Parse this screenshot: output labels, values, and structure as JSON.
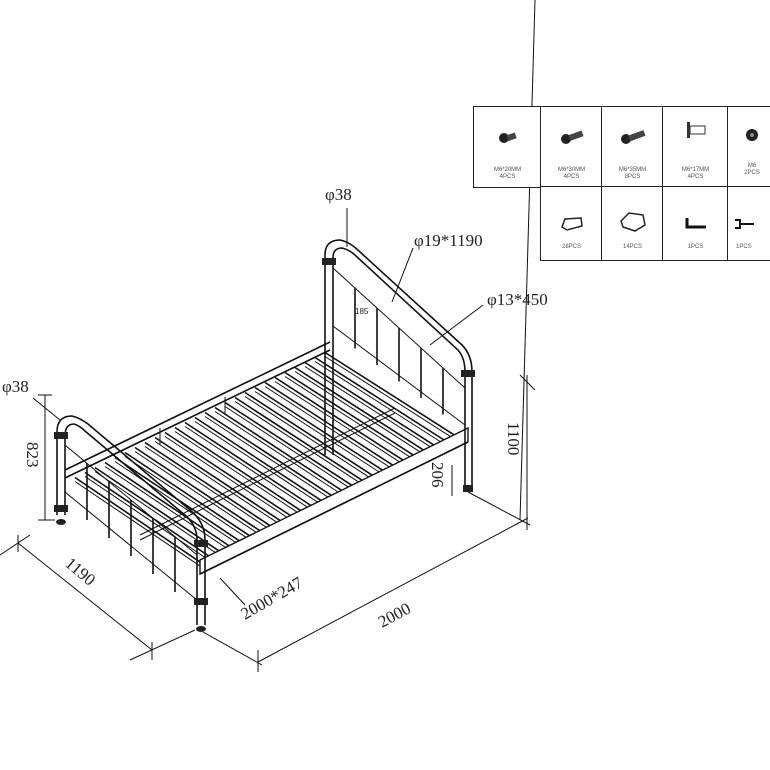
{
  "dimensions": {
    "top_post_diameter": "φ38",
    "headboard_rail": "φ19*1190",
    "headboard_bar": "φ13*450",
    "foot_post_diameter": "φ38",
    "bar_spacing": "185",
    "footboard_height": "823",
    "headboard_height": "1100",
    "clearance": "206",
    "width": "1190",
    "side_rail": "2000*247",
    "length": "2000"
  },
  "parts": [
    {
      "icon": "bolt-short-icon",
      "size": "M6*20MM",
      "qty": "4PCS"
    },
    {
      "icon": "bolt-medium-icon",
      "size": "M6*30MM",
      "qty": "4PCS"
    },
    {
      "icon": "bolt-long-icon",
      "size": "M6*35MM",
      "qty": "8PCS"
    },
    {
      "icon": "barrel-nut-icon",
      "size": "M6*17MM",
      "qty": "4PCS"
    },
    {
      "icon": "hex-nut-icon",
      "size": "M6",
      "qty": "2PCS"
    },
    {
      "icon": "slat-cap-small-icon",
      "qty": "28PCS"
    },
    {
      "icon": "slat-cap-large-icon",
      "qty": "14PCS"
    },
    {
      "icon": "allen-key-icon",
      "qty": "1PCS"
    },
    {
      "icon": "wrench-icon",
      "qty": "1PCS"
    }
  ]
}
